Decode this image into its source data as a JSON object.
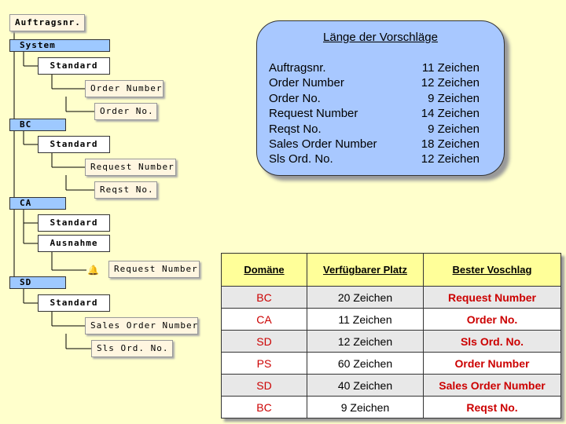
{
  "tree": {
    "root": "Auftragsnr.",
    "domains": [
      {
        "name": "System",
        "standard": "Standard",
        "leaf1": "Order Number",
        "leaf2": "Order No."
      },
      {
        "name": "BC",
        "standard": "Standard",
        "leaf1": "Request Number",
        "leaf2": "Reqst No."
      },
      {
        "name": "CA",
        "standard": "Standard",
        "exception": "Ausnahme",
        "leaf1": "Request Number"
      },
      {
        "name": "SD",
        "standard": "Standard",
        "leaf1": "Sales Order Number",
        "leaf2": "Sls Ord. No."
      }
    ]
  },
  "panel": {
    "title": "Länge der Vorschläge",
    "rows": [
      {
        "name": "Auftragsnr.",
        "length": "11 Zeichen"
      },
      {
        "name": "Order Number",
        "length": "12 Zeichen"
      },
      {
        "name": "Order No.",
        "length": "9 Zeichen"
      },
      {
        "name": "Request Number",
        "length": "14 Zeichen"
      },
      {
        "name": "Reqst No.",
        "length": "9 Zeichen"
      },
      {
        "name": "Sales Order Number",
        "length": "18 Zeichen"
      },
      {
        "name": "Sls Ord. No.",
        "length": "12 Zeichen"
      }
    ]
  },
  "table": {
    "headers": [
      "Domäne",
      "Verfügbarer Platz",
      "Bester Voschlag"
    ],
    "rows": [
      [
        "BC",
        "20 Zeichen",
        "Request Number"
      ],
      [
        "CA",
        "11 Zeichen",
        "Order No."
      ],
      [
        "SD",
        "12 Zeichen",
        "Sls Ord. No."
      ],
      [
        "PS",
        "60 Zeichen",
        "Order Number"
      ],
      [
        "SD",
        "40 Zeichen",
        "Sales Order Number"
      ],
      [
        "BC",
        "9 Zeichen",
        "Reqst No."
      ]
    ]
  },
  "colors": {
    "background": "#ffffcc",
    "domain_box": "#9ec9ff",
    "panel": "#a8c8ff",
    "header": "#ffff99",
    "accent_red": "#cc0000"
  },
  "icons": {
    "exception_marker": "bell-icon"
  }
}
